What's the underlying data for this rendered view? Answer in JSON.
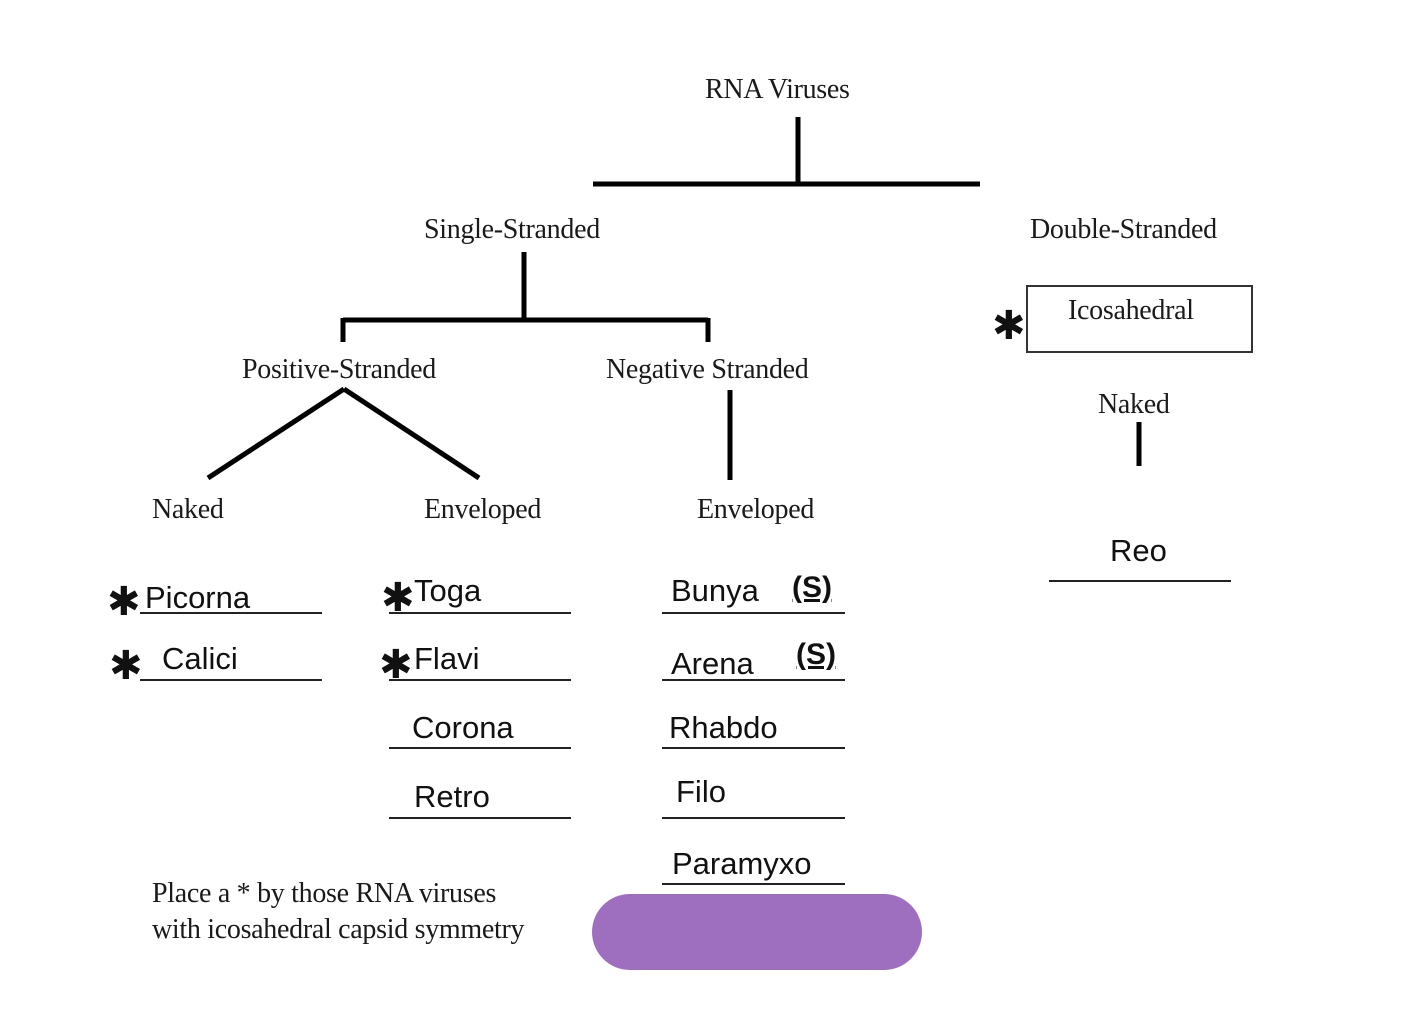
{
  "diagram": {
    "root": "RNA Viruses",
    "branches": {
      "single": "Single-Stranded",
      "double": "Double-Stranded"
    },
    "single_stranded": {
      "positive": "Positive-Stranded",
      "negative": "Negative Stranded",
      "positive_naked": "Naked",
      "positive_enveloped": "Enveloped",
      "negative_enveloped": "Enveloped"
    },
    "double_stranded": {
      "symmetry": "Icosahedral",
      "symmetry_marked": true,
      "envelope": "Naked"
    },
    "families": {
      "positive_naked": [
        {
          "name": "Picorna",
          "star": true
        },
        {
          "name": "Calici",
          "star": true
        }
      ],
      "positive_enveloped": [
        {
          "name": "Toga",
          "star": true
        },
        {
          "name": "Flavi",
          "star": true
        },
        {
          "name": "Corona",
          "star": false
        },
        {
          "name": "Retro",
          "star": false
        }
      ],
      "negative_enveloped": [
        {
          "name": "Bunya",
          "note": "(S)"
        },
        {
          "name": "Arena",
          "note": "(S)"
        },
        {
          "name": "Rhabdo"
        },
        {
          "name": "Filo"
        },
        {
          "name": "Paramyxo"
        }
      ],
      "double_naked": [
        {
          "name": "Reo"
        }
      ]
    },
    "star_symbol": "✱",
    "instruction_line1": "Place a * by those RNA viruses",
    "instruction_line2": "with icosahedral capsid symmetry",
    "redaction_color": "#9e6fbf"
  }
}
